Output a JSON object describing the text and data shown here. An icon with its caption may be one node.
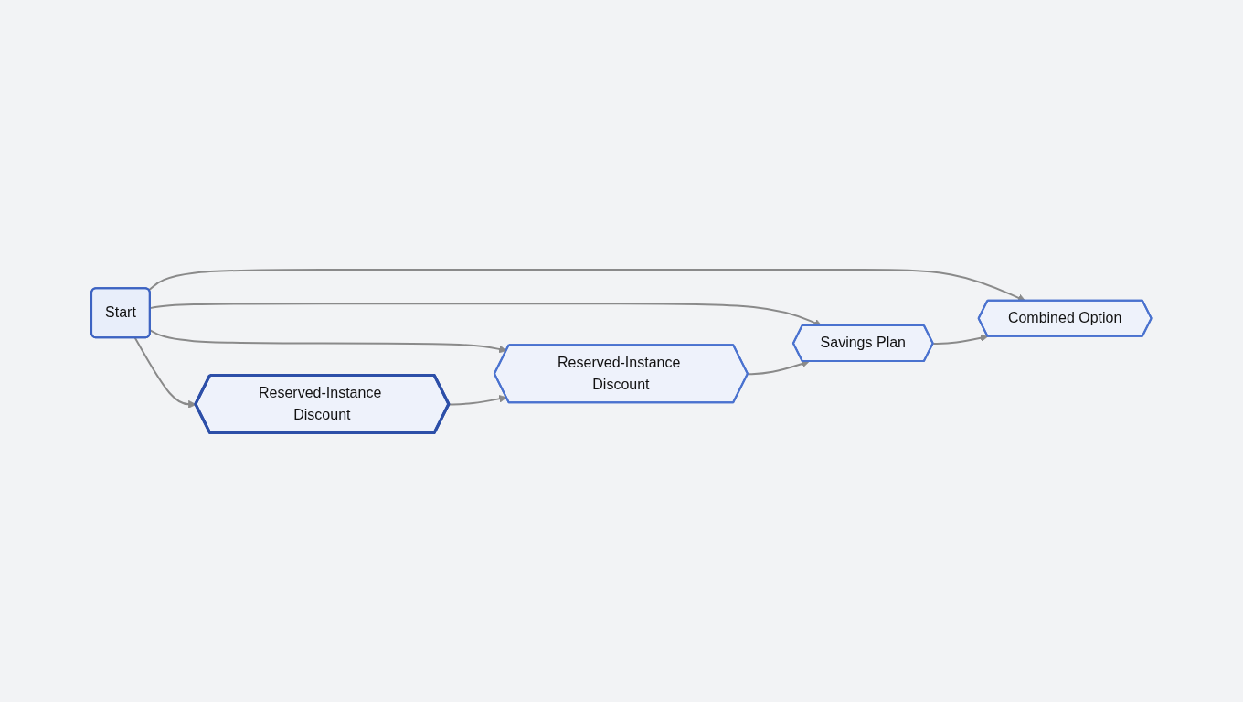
{
  "diagram": {
    "nodes": [
      {
        "text": [
          "Start"
        ]
      },
      {
        "text": [
          "Reserved-Instance Discount"
        ]
      },
      {
        "text": [
          "Reserved-Instance Discount"
        ]
      },
      {
        "text": [
          "Savings Plan"
        ]
      },
      {
        "text": [
          "Combined Option"
        ]
      }
    ],
    "edges": [
      {
        "from": 0,
        "to": 1,
        "arrow": "to"
      },
      {
        "from": 0,
        "to": 2,
        "arrow": "to"
      },
      {
        "from": 0,
        "to": 3,
        "arrow": "to"
      },
      {
        "from": 0,
        "to": 4,
        "arrow": "to"
      },
      {
        "from": 1,
        "to": 2,
        "arrow": "to"
      },
      {
        "from": 2,
        "to": 3,
        "arrow": "to"
      },
      {
        "from": 3,
        "to": 4,
        "arrow": "to"
      }
    ]
  }
}
